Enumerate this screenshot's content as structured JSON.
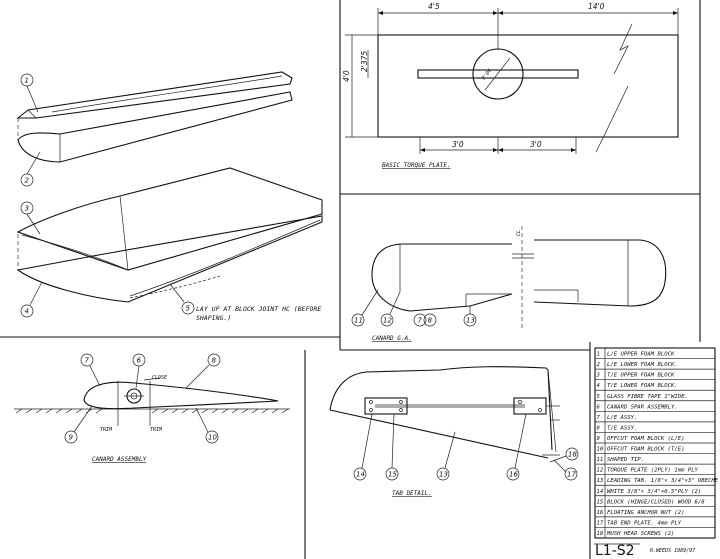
{
  "captions": {
    "torque_plate": "BASIC TORQUE PLATE.",
    "canard_ga": "CANARD G.A.",
    "canard_assembly": "CANARD ASSEMBLY",
    "tab_detail": "TAB DETAIL.",
    "layup_note_1": "LAY UP AT BLOCK JOINT HC (BEFORE",
    "layup_note_2": "SHAPING.)"
  },
  "dimensions": {
    "top_left": "4'5",
    "top_right": "14'0",
    "height": "4'0",
    "inner": "2'375",
    "diameter": "2'04",
    "bottom_left": "3'0",
    "bottom_right": "3'0",
    "cl": "CL"
  },
  "assembly_labels": {
    "close": "CLOSE",
    "trim_left": "TRIM",
    "trim_right": "TRIM"
  },
  "callouts": {
    "c1": "1",
    "c2": "2",
    "c3": "3",
    "c4": "4",
    "c5": "5",
    "c6": "6",
    "c7": "7",
    "c8": "8",
    "c9": "9",
    "c10": "10",
    "c11": "11",
    "c12": "12",
    "c13": "13",
    "c14": "14",
    "c15": "15",
    "c16": "16",
    "c17": "17",
    "c18": "18"
  },
  "parts_list": [
    {
      "no": "1",
      "desc": "L/E UPPER FOAM BLOCK"
    },
    {
      "no": "2",
      "desc": "L/E LOWER FOAM BLOCK."
    },
    {
      "no": "3",
      "desc": "T/E UPPER FOAM BLOCK"
    },
    {
      "no": "4",
      "desc": "T/E LOWER FOAM BLOCK."
    },
    {
      "no": "5",
      "desc": "GLASS FIBRE TAPE 1\"WIDE."
    },
    {
      "no": "6",
      "desc": "CANARD SPAR ASSEMBLY."
    },
    {
      "no": "7",
      "desc": "L/E ASSY."
    },
    {
      "no": "8",
      "desc": "T/E ASSY."
    },
    {
      "no": "9",
      "desc": "OFFCUT FOAM BLOCK (L/E)"
    },
    {
      "no": "10",
      "desc": "OFFCUT FOAM BLOCK (T/E)"
    },
    {
      "no": "11",
      "desc": "SHAPED TIP."
    },
    {
      "no": "12",
      "desc": "TORQUE PLATE (2PLY) 1mm PLY"
    },
    {
      "no": "13",
      "desc": "LEADING TAB. 1/8\"× 3/4\"×3\" OBECHE"
    },
    {
      "no": "14",
      "desc": "WHITE 3/8\"× 3/4\"×0.5\"PLY (2)"
    },
    {
      "no": "15",
      "desc": "BLOCK (HINGE/CLOSED) WOOD 6/8"
    },
    {
      "no": "16",
      "desc": "FLOATING ANCHOR NUT (2)"
    },
    {
      "no": "17",
      "desc": "TAB END PLATE. 4mm PLY"
    },
    {
      "no": "18",
      "desc": "MUSH HEAD SCREWS (2)"
    }
  ],
  "drawing_no": "L1-S2",
  "signature": "R.WEEDS 1989/97"
}
